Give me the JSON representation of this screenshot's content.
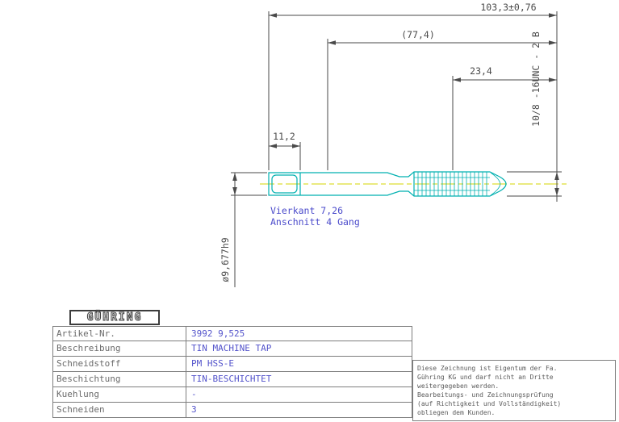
{
  "drawing": {
    "dimensions": {
      "overall_length": "103,3±0,76",
      "reference_length": "(77,4)",
      "thread_length": "23,4",
      "square_length": "11,2",
      "shank_diameter": "ø9,677h9",
      "thread_designation": "10/8 -16UNC - 2 B"
    },
    "notes": {
      "square": "Vierkant 7,26",
      "chamfer": "Anschnitt 4 Gang"
    }
  },
  "title_block": {
    "logo": "GÜHRING",
    "rows": [
      {
        "label": "Artikel-Nr.",
        "value": "3992 9,525"
      },
      {
        "label": "Beschreibung",
        "value": "TIN MACHINE TAP"
      },
      {
        "label": "Schneidstoff",
        "value": "PM HSS-E"
      },
      {
        "label": "Beschichtung",
        "value": "TIN-BESCHICHTET"
      },
      {
        "label": "Kuehlung",
        "value": "-"
      },
      {
        "label": "Schneiden",
        "value": "3"
      }
    ]
  },
  "notice": {
    "lines": [
      "Diese Zeichnung ist Eigentum der Fa.",
      "Gühring KG und darf nicht an Dritte",
      "weitergegeben werden.",
      "Bearbeitungs- und Zeichnungsprüfung",
      "(auf Richtigkeit und Vollständigkeit)",
      "obliegen dem Kunden."
    ]
  },
  "colors": {
    "tool_outline": "#00b0b0",
    "centerline": "#d4d400",
    "dimension_lines": "#4a4a4a",
    "annotation_blue": "#4b4bcb",
    "table_label_gray": "#6b6b6b",
    "table_value_blue": "#5353cb"
  }
}
